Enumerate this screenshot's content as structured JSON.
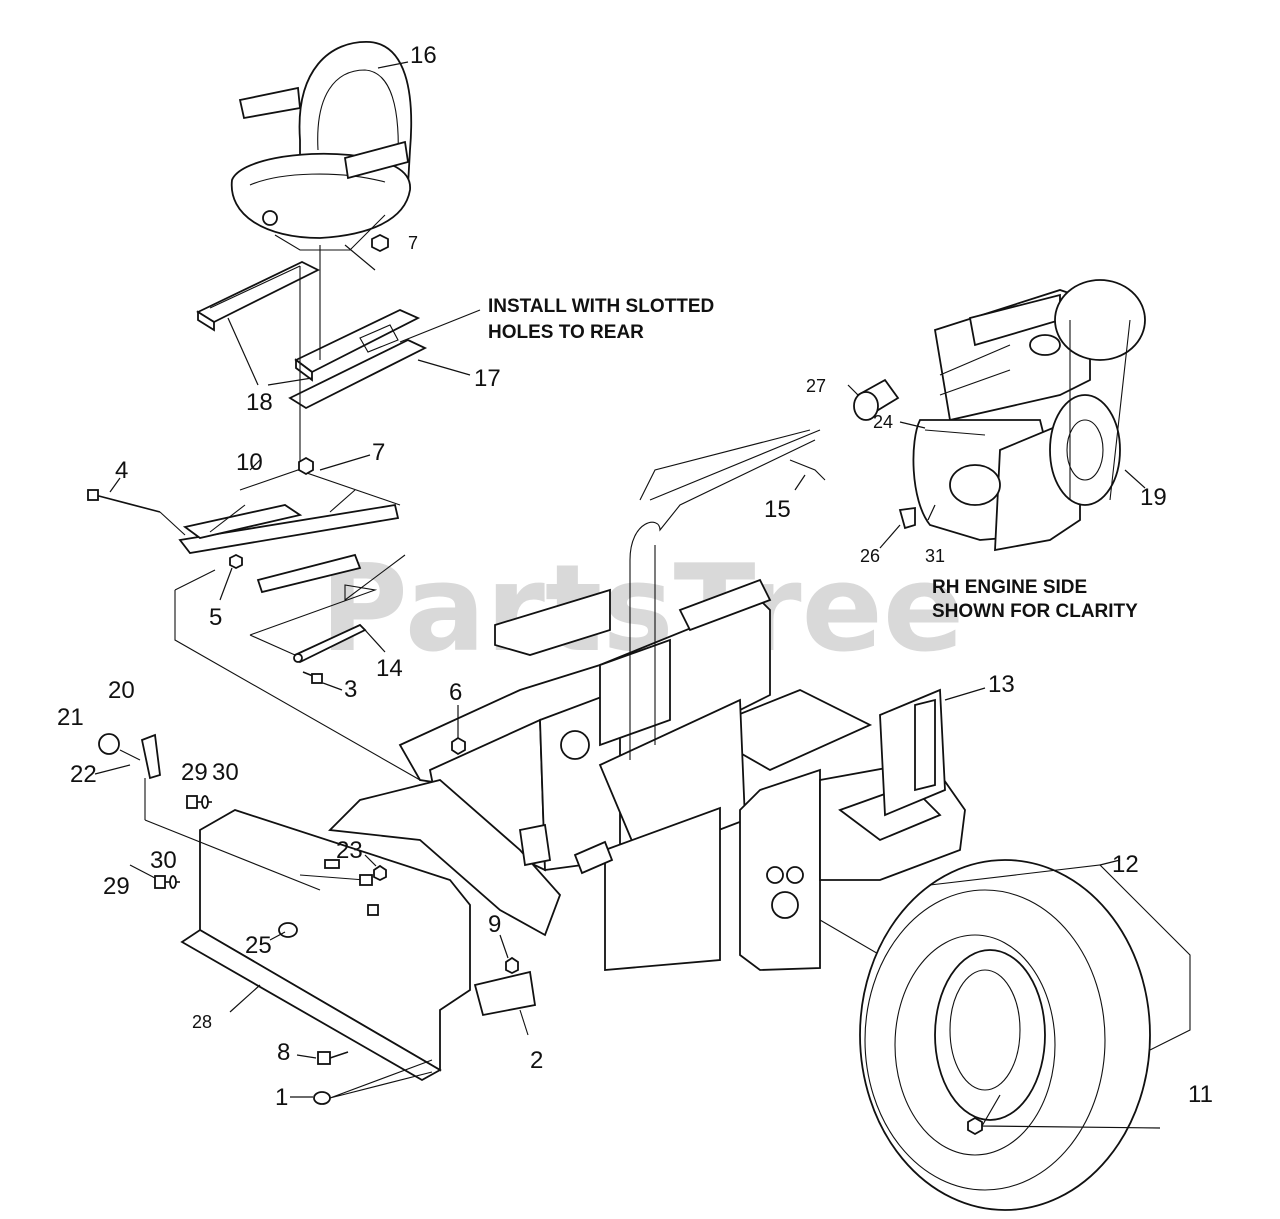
{
  "watermark": "PartsTree",
  "notes": {
    "slotted_line1": "INSTALL WITH SLOTTED",
    "slotted_line2": "HOLES TO REAR",
    "engine_line1": "RH ENGINE SIDE",
    "engine_line2": "SHOWN FOR CLARITY"
  },
  "callouts": {
    "c1": "1",
    "c2": "2",
    "c3": "3",
    "c4": "4",
    "c5": "5",
    "c6": "6",
    "c7a": "7",
    "c7b": "7",
    "c8": "8",
    "c9": "9",
    "c10": "10",
    "c11": "11",
    "c12": "12",
    "c13": "13",
    "c14": "14",
    "c15": "15",
    "c16": "16",
    "c17": "17",
    "c18": "18",
    "c19": "19",
    "c20": "20",
    "c21": "21",
    "c22": "22",
    "c23": "23",
    "c24": "24",
    "c25": "25",
    "c26": "26",
    "c27": "27",
    "c28": "28",
    "c29a": "29",
    "c29b": "29",
    "c30a": "30",
    "c30b": "30",
    "c31": "31"
  }
}
